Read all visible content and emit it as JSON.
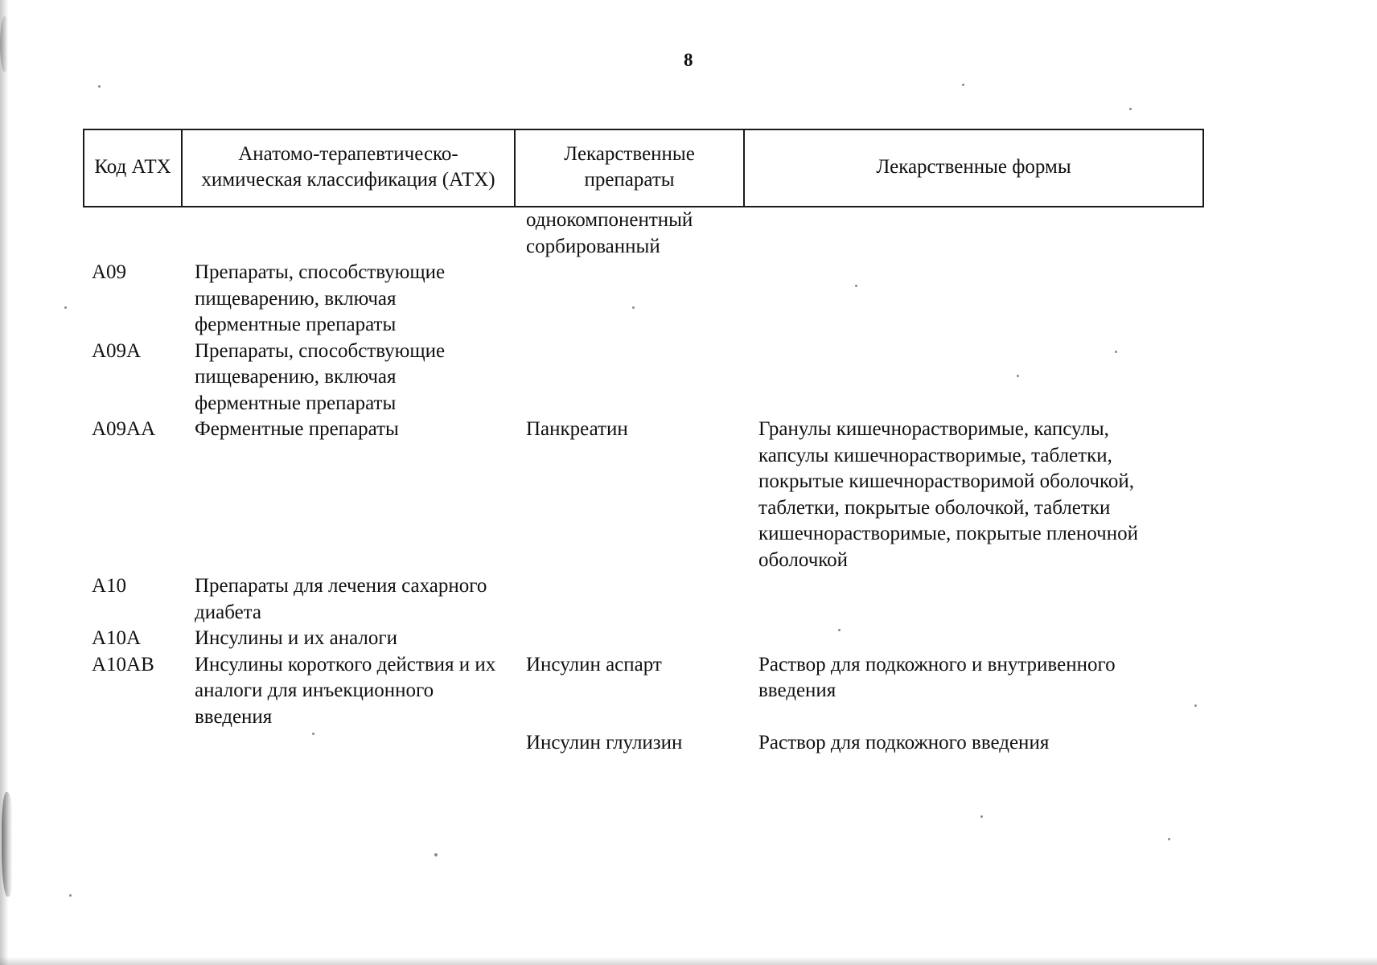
{
  "page": {
    "number": "8"
  },
  "table": {
    "headers": {
      "code": "Код АТХ",
      "classification": "Анатомо-терапевтическо-\nхимическая классификация (АТХ)",
      "drugs": "Лекарственные\nпрепараты",
      "forms": "Лекарственные формы"
    },
    "rows": [
      {
        "code": "",
        "classification": "",
        "drugs": "однокомпонентный\nсорбированный",
        "forms": ""
      },
      {
        "code": "А09",
        "classification": "Препараты, способствующие\nпищеварению, включая\nферментные препараты",
        "drugs": "",
        "forms": ""
      },
      {
        "code": "А09А",
        "classification": "Препараты, способствующие\nпищеварению, включая\nферментные препараты",
        "drugs": "",
        "forms": ""
      },
      {
        "code": "А09АА",
        "classification": "Ферментные препараты",
        "drugs": "Панкреатин",
        "forms": "Гранулы кишечнорастворимые, капсулы,\nкапсулы кишечнорастворимые, таблетки,\nпокрытые кишечнорастворимой оболочкой,\nтаблетки, покрытые оболочкой, таблетки\nкишечнорастворимые, покрытые пленочной\nоболочкой"
      },
      {
        "code": "А10",
        "classification": "Препараты для лечения сахарного\nдиабета",
        "drugs": "",
        "forms": ""
      },
      {
        "code": "А10А",
        "classification": "Инсулины и их аналоги",
        "drugs": "",
        "forms": ""
      },
      {
        "code": "А10АВ",
        "classification": "Инсулины короткого действия и их\nаналоги для инъекционного\nвведения",
        "drugs": "Инсулин аспарт",
        "forms": "Раствор для подкожного и внутривенного\nвведения"
      },
      {
        "code": "",
        "classification": "",
        "drugs": "Инсулин глулизин",
        "forms": "Раствор для подкожного введения"
      }
    ]
  }
}
